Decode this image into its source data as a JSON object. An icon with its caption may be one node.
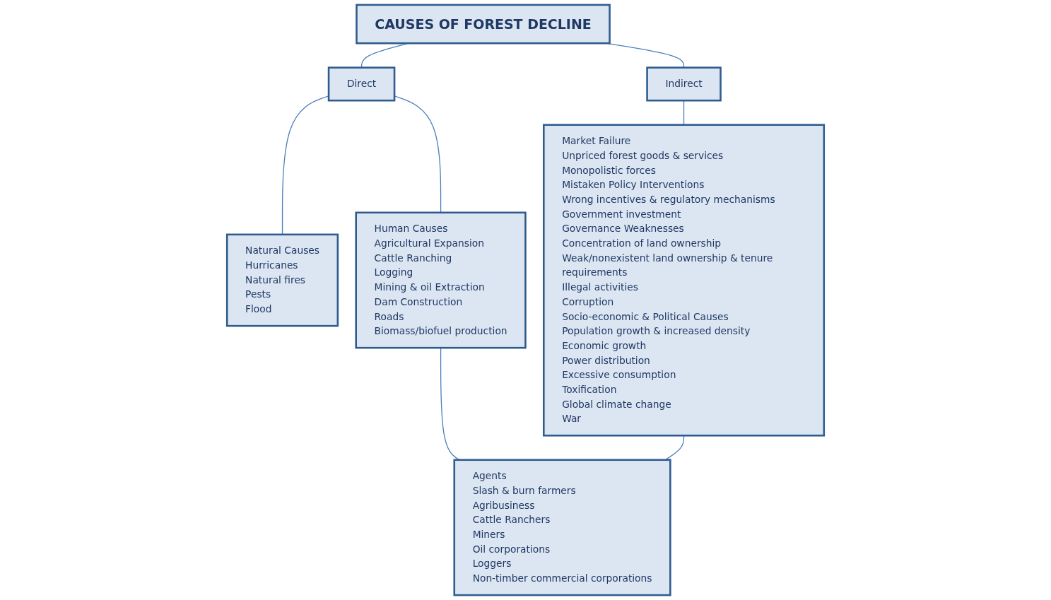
{
  "diagram": {
    "nodes": [
      {
        "text": [
          "CAUSES OF FOREST DECLINE"
        ]
      },
      {
        "text": [
          "Direct"
        ]
      },
      {
        "text": [
          "Indirect"
        ]
      },
      {
        "text": [
          "Natural Causes",
          "Hurricanes",
          "Natural fires",
          "Pests",
          "Flood"
        ]
      },
      {
        "text": [
          "Human Causes",
          "Agricultural Expansion",
          "Cattle Ranching",
          "Logging",
          "Mining & oil Extraction",
          "Dam Construction",
          "Roads",
          "Biomass/biofuel production"
        ]
      },
      {
        "text": [
          "Agents",
          "Slash & burn farmers",
          "Agribusiness",
          "Cattle Ranchers",
          "Miners",
          "Oil corporations",
          "Loggers",
          "Non-timber commercial corporations"
        ]
      },
      {
        "text": [
          "Market Failure",
          "Unpriced forest goods & services",
          "Monopolistic forces",
          "Mistaken Policy Interventions",
          "Wrong incentives & regulatory mechanisms",
          "Government investment",
          "Governance Weaknesses",
          "Concentration of land ownership",
          "Weak/nonexistent land ownership & tenure requirements",
          "Illegal activities",
          "Corruption",
          "Socio-economic & Political Causes",
          "Population growth & increased density",
          "Economic growth",
          "Power distribution",
          "Excessive consumption",
          "Toxification",
          "Global climate change",
          "War"
        ]
      }
    ],
    "edges": [
      {
        "from": 0,
        "to": 1,
        "arrow": "none"
      },
      {
        "from": 0,
        "to": 2,
        "arrow": "none"
      },
      {
        "from": 1,
        "to": 3,
        "arrow": "none"
      },
      {
        "from": 1,
        "to": 4,
        "arrow": "none"
      },
      {
        "from": 2,
        "to": 6,
        "arrow": "none"
      },
      {
        "from": 4,
        "to": 5,
        "arrow": "none"
      },
      {
        "from": 6,
        "to": 5,
        "arrow": "none"
      }
    ]
  }
}
